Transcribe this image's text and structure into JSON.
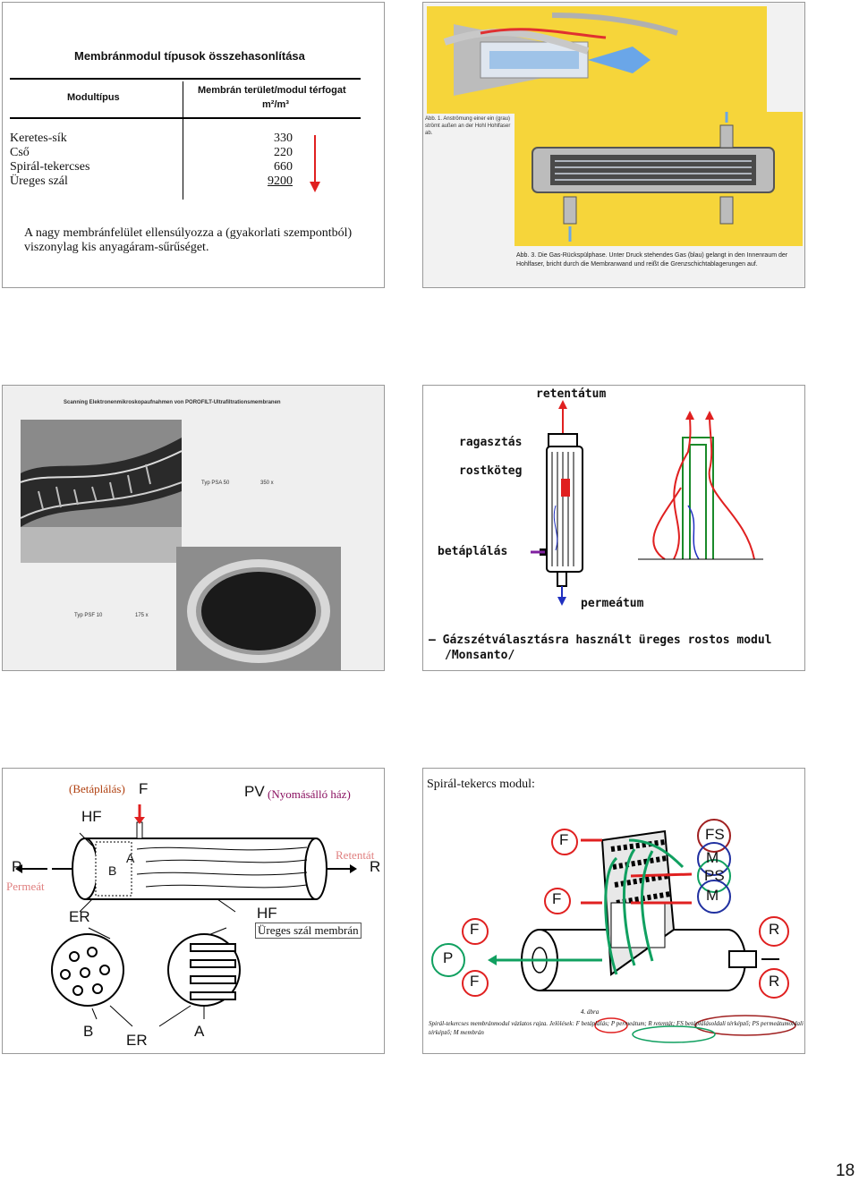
{
  "page_number": "18",
  "slide1": {
    "title": "Membránmodul típusok összehasonlítása",
    "col_type": "Modultípus",
    "col_area": "Membrán terület/modul térfogat",
    "col_unit": "m²/m³",
    "rows": [
      {
        "name": "Keretes-sík",
        "value": "330"
      },
      {
        "name": "Cső",
        "value": "220"
      },
      {
        "name": "Spirál-tekercses",
        "value": "660"
      },
      {
        "name": "Üreges szál",
        "value": "9200"
      }
    ],
    "caption": "A nagy membránfelület ellensúlyozza a (gyakorlati szempontból) viszonylag kis anyagáram-sűrűséget."
  },
  "slide2": {
    "abb1": "Abb. 1. Anströmung einer ein (grau) strömt außen an der Hohl Hohlfaser ab.",
    "abb3": "Abb. 3. Die Gas-Rückspülphase. Unter Druck stehendes Gas (blau) gelangt in den Innenraum der Hohlfaser, bricht durch die Membranwand und reißt die Grenzschichtablagerungen auf."
  },
  "slide3": {
    "header": "Scanning Elektronenmikroskopaufnahmen von POROFILT-Ultrafiltrationsmembranen",
    "typ1": "Typ PSA 50",
    "mag1": "350 x",
    "typ2": "Typ PSF 10",
    "mag2": "175 x"
  },
  "slide4": {
    "retentate": "retentátum",
    "glue": "ragasztás",
    "bundle": "rostköteg",
    "feed": "betáplálás",
    "permeate": "permeátum",
    "caption1": "– Gázszétválasztásra használt üreges rostos modul",
    "caption2": "/Monsanto/"
  },
  "slide5": {
    "feed": "(Betáplálás)",
    "F": "F",
    "PV": "PV",
    "vessel": "(Nyomásálló ház)",
    "HF": "HF",
    "P": "P",
    "permeat": "Permeát",
    "retentat": "Retentát",
    "R": "R",
    "ER": "ER",
    "HF2": "HF",
    "fiber": "Üreges szál membrán",
    "B": "B",
    "A": "A",
    "B2": "B",
    "A2": "A",
    "ER2": "ER"
  },
  "slide6": {
    "title": "Spirál-tekercs modul:",
    "FS": "FS",
    "M1": "M",
    "PS": "PS",
    "M2": "M",
    "F1": "F",
    "F2": "F",
    "F3": "F",
    "F4": "F",
    "P": "P",
    "R1": "R",
    "R2": "R",
    "fig_num": "4. ábra",
    "caption": "Spirál-tekercses membránmodul vázlatos rajza. Jelölések: F betáplálás; P permeátum; R retentát; FS betáplálásoldali térképző; PS permeátumoldali térképző; M membrán"
  }
}
